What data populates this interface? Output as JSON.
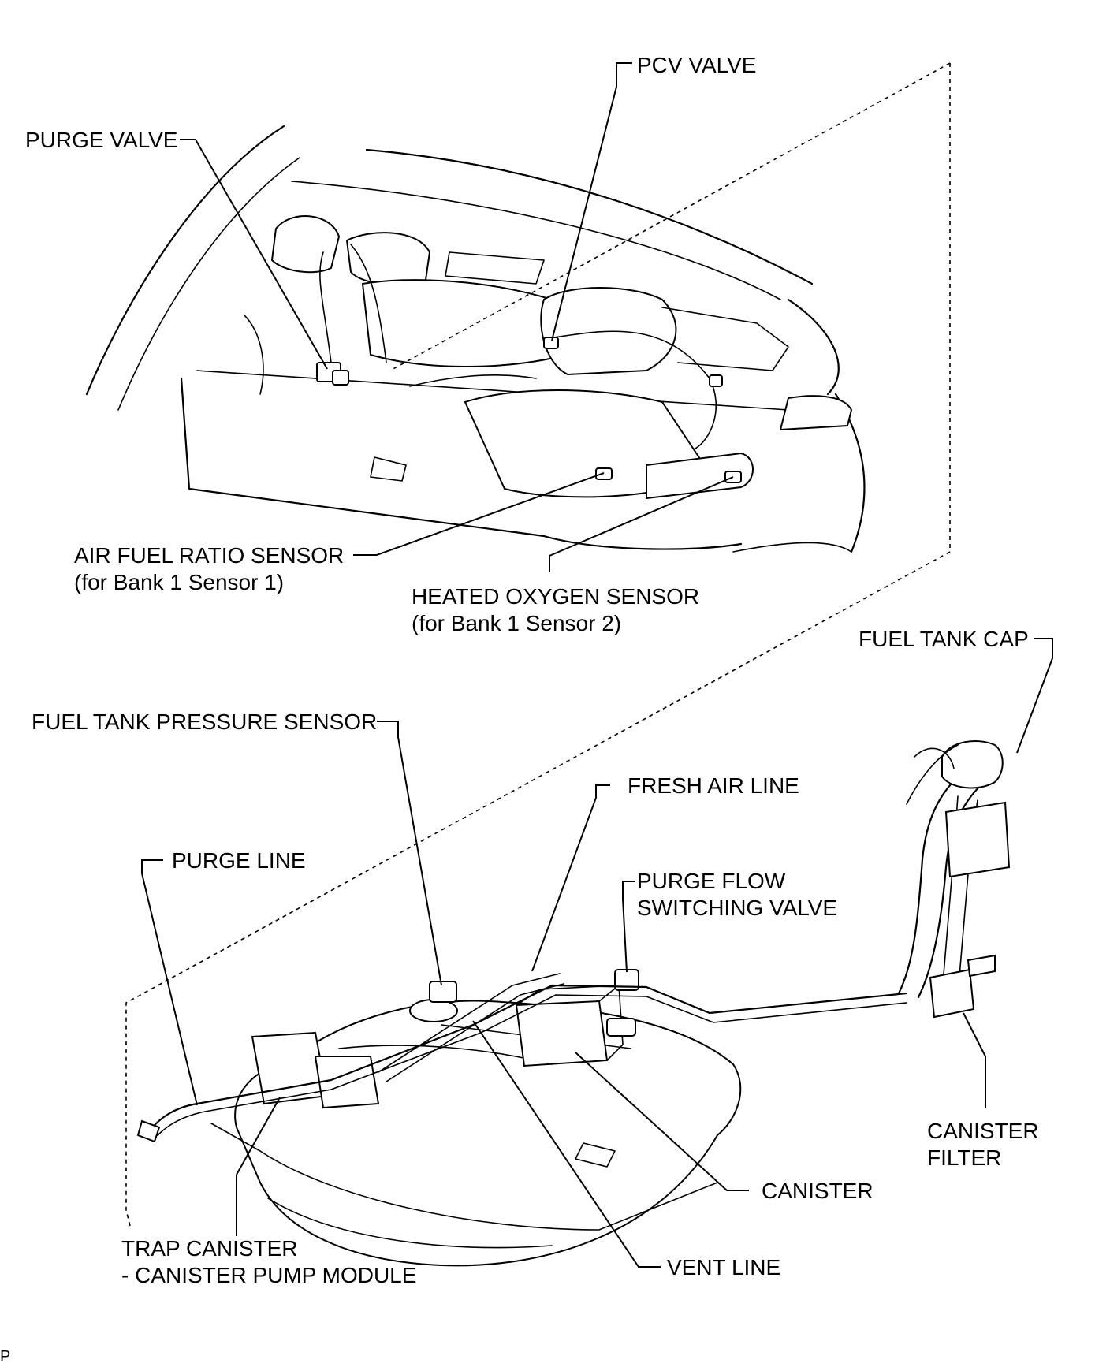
{
  "labels": {
    "pcv_valve": "PCV VALVE",
    "purge_valve": "PURGE VALVE",
    "af_sensor_line1": "AIR FUEL RATIO SENSOR",
    "af_sensor_line2": "(for Bank 1 Sensor 1)",
    "ho2_sensor_line1": "HEATED OXYGEN SENSOR",
    "ho2_sensor_line2": "(for Bank 1 Sensor 2)",
    "fuel_tank_cap": "FUEL TANK CAP",
    "fuel_tank_pressure_sensor": "FUEL TANK PRESSURE SENSOR",
    "fresh_air_line": "FRESH AIR LINE",
    "purge_line": "PURGE LINE",
    "purge_flow_line1": "PURGE FLOW",
    "purge_flow_line2": "SWITCHING VALVE",
    "canister_filter_line1": "CANISTER",
    "canister_filter_line2": "FILTER",
    "canister": "CANISTER",
    "trap_canister_line1": "TRAP CANISTER",
    "trap_canister_line2": "- CANISTER PUMP MODULE",
    "vent_line": "VENT LINE",
    "corner_mark": "P"
  }
}
